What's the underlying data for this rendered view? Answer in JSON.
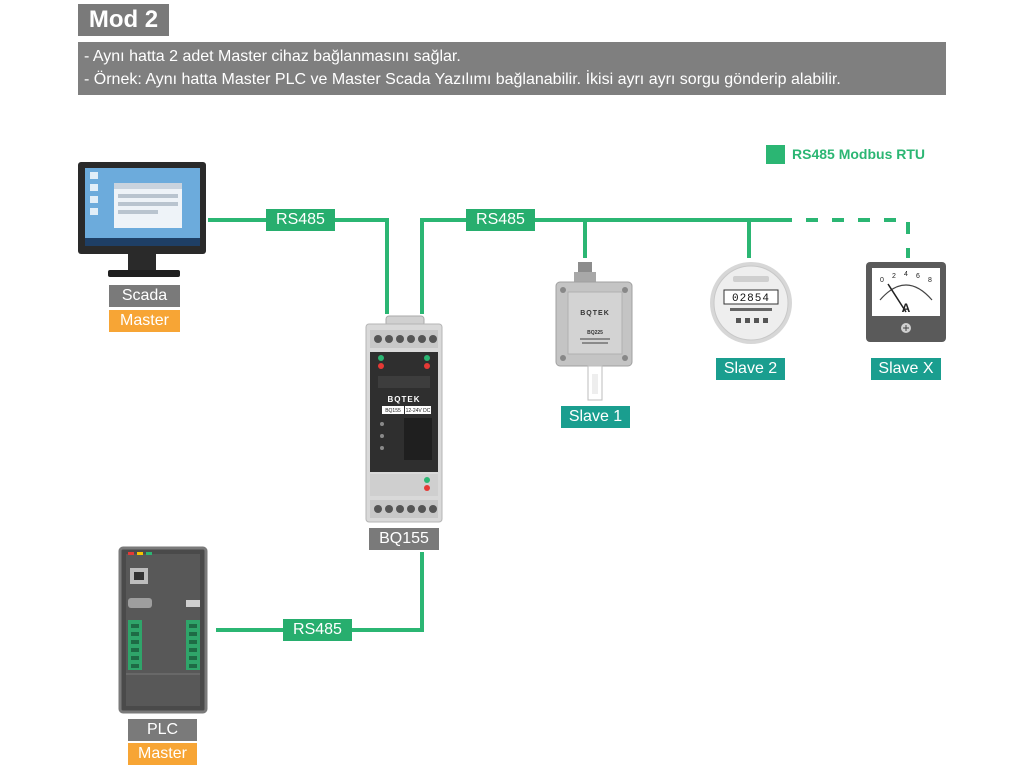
{
  "header": {
    "title": "Mod 2",
    "lines": [
      "- Aynı hatta 2 adet Master cihaz bağlanmasını sağlar.",
      "- Örnek: Aynı hatta Master PLC ve Master Scada Yazılımı bağlanabilir. İkisi ayrı ayrı sorgu gönderip alabilir."
    ]
  },
  "legend": {
    "label": "RS485 Modbus RTU",
    "color": "#2bb673"
  },
  "links": [
    {
      "label": "RS485"
    },
    {
      "label": "RS485"
    },
    {
      "label": "RS485"
    }
  ],
  "devices": {
    "scada": {
      "name": "Scada",
      "role": "Master",
      "icon": "monitor-icon"
    },
    "plc": {
      "name": "PLC",
      "role": "Master",
      "icon": "plc-icon"
    },
    "converter": {
      "name": "BQ155",
      "brand": "BQTEK",
      "model": "BQ155",
      "voltage": "12-24V DC",
      "icon": "din-rail-converter-icon"
    },
    "slave1": {
      "name": "Slave 1",
      "brand": "BQTEK",
      "model": "BQ225",
      "icon": "humidity-sensor-icon"
    },
    "slave2": {
      "name": "Slave 2",
      "reading": "02854",
      "icon": "energy-meter-icon"
    },
    "slaveX": {
      "name": "Slave X",
      "unit": "A",
      "scale": [
        "0",
        "2",
        "4",
        "6",
        "8"
      ],
      "icon": "ammeter-icon"
    }
  },
  "colors": {
    "line": "#2bb673",
    "master": "#f7a535",
    "slave": "#1a9e8f",
    "name": "#7a7a7a"
  }
}
